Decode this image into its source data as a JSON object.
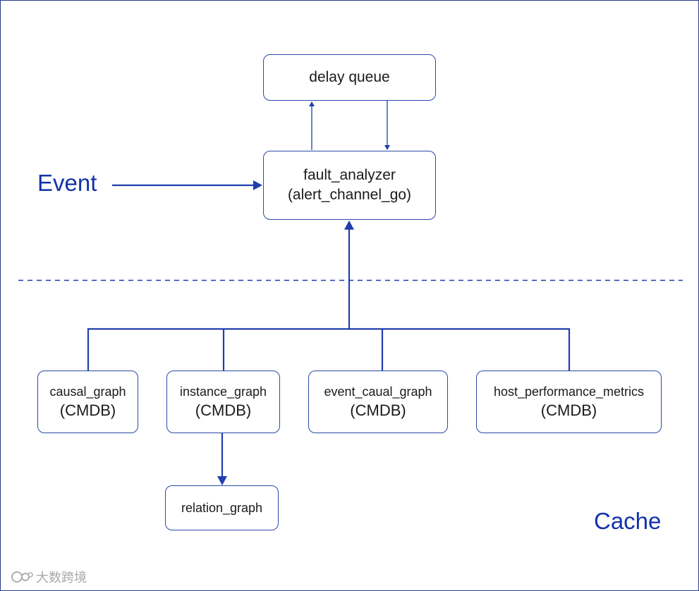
{
  "nodes": {
    "delay_queue": {
      "label": "delay queue"
    },
    "fault_analyzer": {
      "label": "fault_analyzer",
      "sublabel": "(alert_channel_go)"
    },
    "causal_graph": {
      "label": "causal_graph",
      "sublabel": "(CMDB)"
    },
    "instance_graph": {
      "label": "instance_graph",
      "sublabel": "(CMDB)"
    },
    "event_caual_graph": {
      "label": "event_caual_graph",
      "sublabel": "(CMDB)"
    },
    "host_performance_metrics": {
      "label": "host_performance_metrics",
      "sublabel": "(CMDB)"
    },
    "relation_graph": {
      "label": "relation_graph"
    }
  },
  "labels": {
    "event": "Event",
    "cache": "Cache"
  },
  "watermark": {
    "logo": "大数跨境"
  },
  "colors": {
    "accent": "#1233a8",
    "connector": "#1f3fae",
    "node_border": "#2b4aa6",
    "frame_border": "#2a3a8c"
  }
}
